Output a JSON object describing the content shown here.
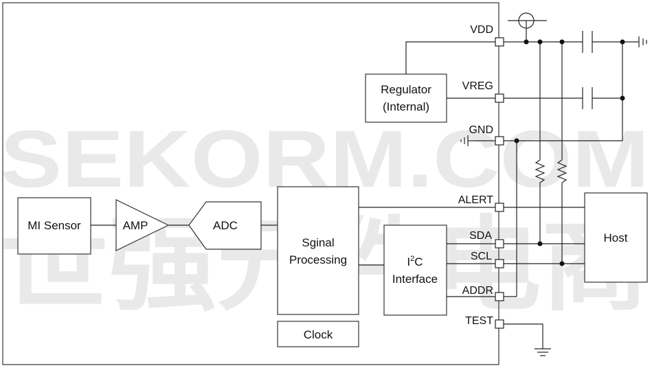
{
  "watermark": {
    "line1": "SEKORM.COM",
    "line2": "世强元件电商"
  },
  "blocks": {
    "mi_sensor": "MI Sensor",
    "amp": "AMP",
    "adc": "ADC",
    "signal_processing_line1": "Sginal",
    "signal_processing_line2": "Processing",
    "i2c_line1_base": "I",
    "i2c_line1_sup": "2",
    "i2c_line1_tail": "C",
    "i2c_line2": "Interface",
    "clock": "Clock",
    "regulator_line1": "Regulator",
    "regulator_line2": "(Internal)",
    "host": "Host"
  },
  "pins": {
    "vdd": "VDD",
    "vreg": "VREG",
    "gnd": "GND",
    "alert": "ALERT",
    "sda": "SDA",
    "scl": "SCL",
    "addr": "ADDR",
    "test": "TEST"
  }
}
